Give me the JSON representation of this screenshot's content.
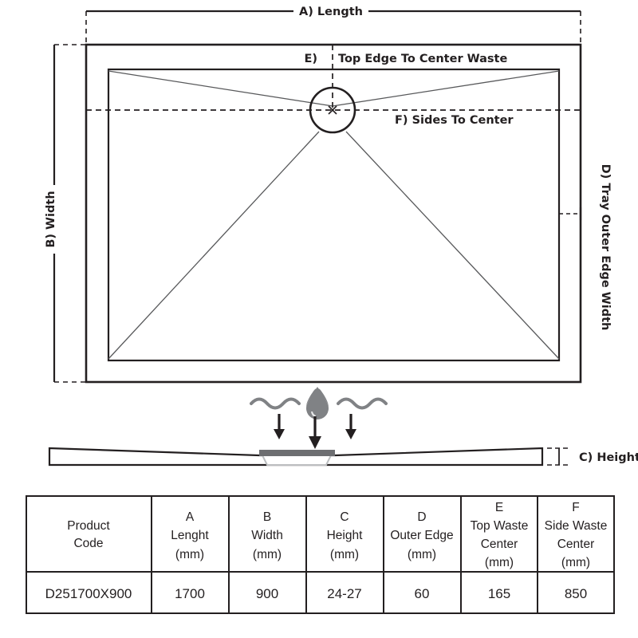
{
  "diagram": {
    "title_labels": {
      "length": "A) Length",
      "width": "B) Width",
      "height": "C) Height",
      "outer_edge": "D) Tray Outer Edge Width",
      "top_edge_waste": "E) Top Edge To Center Waste",
      "top_edge_waste_prefix": "E)",
      "top_edge_waste_rest": "Top Edge To Center Waste",
      "sides_to_center": "F) Sides To Center"
    },
    "icons": {
      "water_drop": "water-drop-icon",
      "wave_left": "wave-icon",
      "wave_right": "wave-icon",
      "flow_arrow": "down-arrow-icon",
      "waste_center_mark": "x"
    },
    "colors": {
      "line": "#231f20",
      "thin_line": "#58595b",
      "grate": "#6d6e71",
      "drop": "#808285",
      "wave": "#808285",
      "channel": "#bcbec0",
      "background": "#ffffff"
    }
  },
  "table": {
    "headers": [
      {
        "code": "",
        "line1": "Product",
        "line2": "Code",
        "line3": ""
      },
      {
        "code": "A",
        "line1": "Lenght",
        "line2": "(mm)",
        "line3": ""
      },
      {
        "code": "B",
        "line1": "Width",
        "line2": "(mm)",
        "line3": ""
      },
      {
        "code": "C",
        "line1": "Height",
        "line2": "(mm)",
        "line3": ""
      },
      {
        "code": "D",
        "line1": "Outer Edge",
        "line2": "(mm)",
        "line3": ""
      },
      {
        "code": "E",
        "line1": "Top Waste",
        "line2": "Center",
        "line3": "(mm)"
      },
      {
        "code": "F",
        "line1": "Side Waste",
        "line2": "Center",
        "line3": "(mm)"
      }
    ],
    "rows": [
      {
        "product_code": "D251700X900",
        "length_mm": "1700",
        "width_mm": "900",
        "height_mm": "24-27",
        "outer_edge_mm": "60",
        "top_waste_center_mm": "165",
        "side_waste_center_mm": "850"
      }
    ]
  }
}
